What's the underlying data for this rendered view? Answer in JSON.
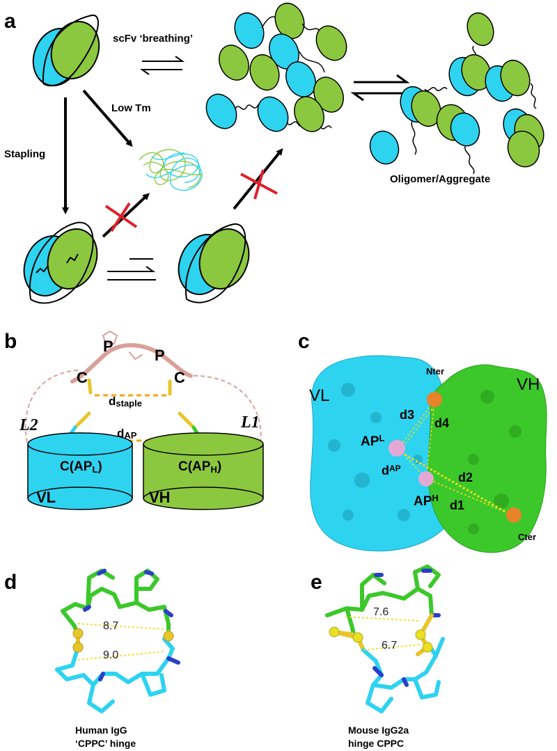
{
  "panels": {
    "a": {
      "letter": "a",
      "scfv_breathing": "scFv ‘breathing’",
      "low_tm": "Low Tm",
      "stapling": "Stapling",
      "oligomer_aggregate": "Oligomer/Aggregate"
    },
    "b": {
      "letter": "b",
      "P_top": "P",
      "P_right": "P",
      "C_left": "C",
      "C_right": "C",
      "d_staple_main": "d",
      "d_staple_sub": "staple",
      "d_ap_main": "d",
      "d_ap_sub": "AP",
      "L2": "L2",
      "L1": "L1",
      "C_APL_pre": "C(AP",
      "C_APL_sub": "L",
      "C_APL_post": ")",
      "C_APH_pre": "C(AP",
      "C_APH_sub": "H",
      "C_APH_post": ")",
      "VL": "VL",
      "VH": "VH"
    },
    "c": {
      "letter": "c",
      "VL": "VL",
      "VH": "VH",
      "Nter": "Nter",
      "Cter": "Cter",
      "d1": "d1",
      "d2": "d2",
      "d3": "d3",
      "d4": "d4",
      "APL_main": "AP",
      "APL_sub": "L",
      "APH_main": "AP",
      "APH_sub": "H",
      "dAP_main": "d",
      "dAP_sub": "AP"
    },
    "d": {
      "letter": "d",
      "dist_top": "8.7",
      "dist_bottom": "9.0",
      "caption_line1": "Human IgG",
      "caption_line2": "‘CPPC’ hinge"
    },
    "e": {
      "letter": "e",
      "dist_top": "7.6",
      "dist_bottom": "6.7",
      "caption_line1": "Mouse IgG2a",
      "caption_line2": "hinge CPPC"
    }
  },
  "colors": {
    "cyan": "#2ed3f0",
    "green": "#8cc83f",
    "bright_green": "#3cc82a",
    "red_x": "#e0202a",
    "pink_linker": "#d9a09a",
    "orange_dash": "#f2a516",
    "yellow_sulfur": "#e8c52a",
    "orange_atom": "#e8832a",
    "pink_atom": "#e3a9d4",
    "blue_n": "#2b3ec8"
  }
}
